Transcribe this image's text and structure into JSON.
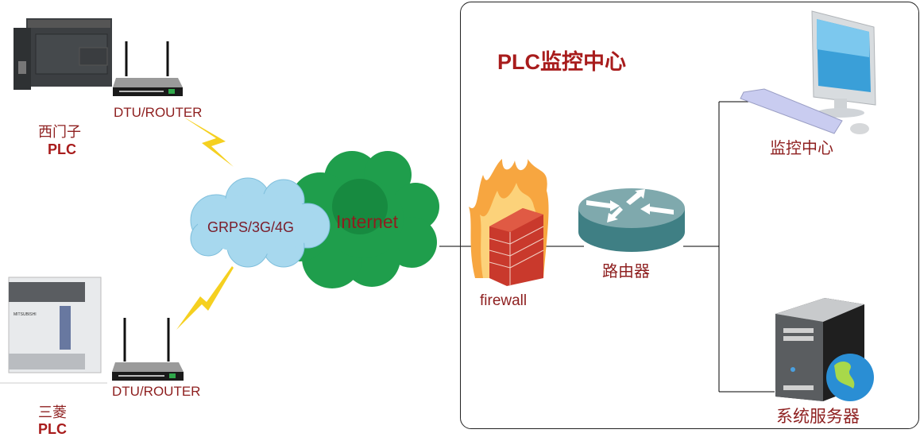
{
  "left_devices": {
    "plc_top": {
      "line1": "西门子",
      "line2": "PLC"
    },
    "plc_bottom": {
      "line1": "三菱",
      "line2": "PLC"
    },
    "router_top_label": "DTU/ROUTER",
    "router_bottom_label": "DTU/ROUTER"
  },
  "clouds": {
    "wireless": "GRPS/3G/4G",
    "internet": "Internet"
  },
  "center_panel": {
    "title": "PLC监控中心",
    "firewall_label": "firewall",
    "router_label": "路由器",
    "monitor_label": "监控中心",
    "server_label": "系统服务器"
  },
  "colors": {
    "text": "#8e1f1f",
    "wireless_cloud": "#9fd3ec",
    "internet_cloud": "#1f9e4c",
    "lightning": "#f5d020"
  }
}
